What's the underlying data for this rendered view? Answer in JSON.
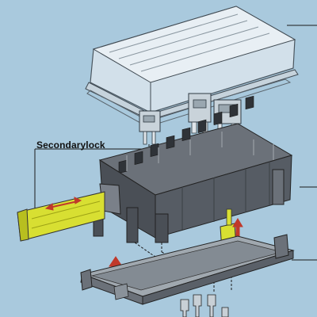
{
  "callouts": {
    "secondary_lock": "Secondarylock"
  },
  "colors": {
    "background": "#a9c9dd",
    "housing": "#4a4f56",
    "housing_light": "#6b7179",
    "cover": "#d9e4ec",
    "lock_yellow": "#d8df32",
    "arrow_red": "#c0392b",
    "line": "#1a1a1a"
  },
  "parts": [
    "transparent-cover",
    "fuses",
    "fuse-box-housing",
    "secondary-lock",
    "bottom-tray",
    "terminals"
  ]
}
